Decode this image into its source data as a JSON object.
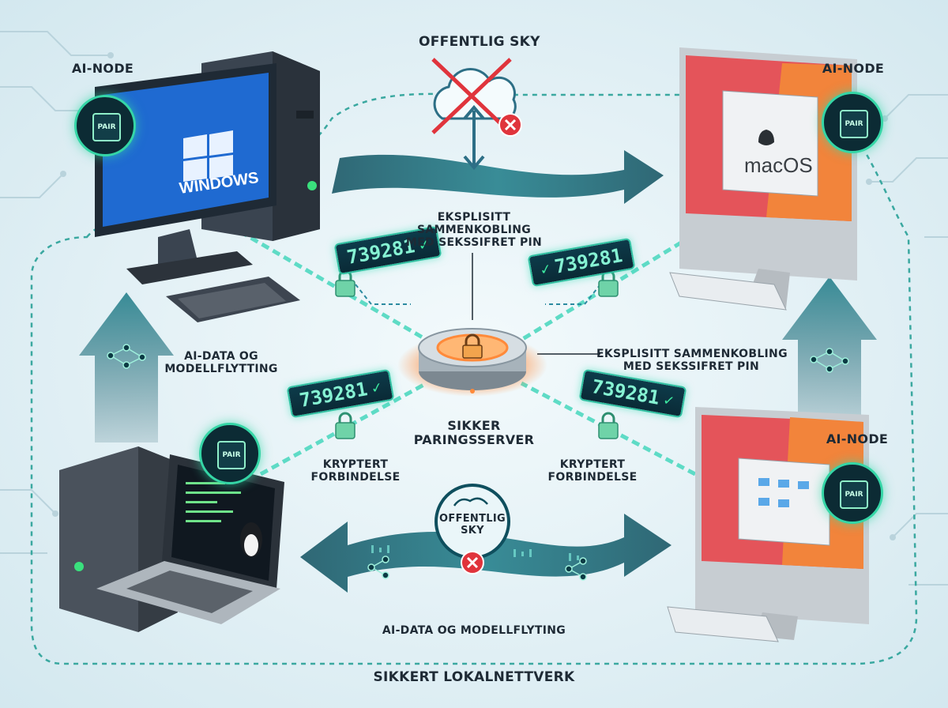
{
  "labels": {
    "public_cloud_top": "OFFENTLIG SKY",
    "ai_node_top_left": "AI-NODE",
    "ai_node_top_right": "AI-NODE",
    "ai_node_bottom_right": "AI-NODE",
    "pairing_center": [
      "EKSPLISITT",
      "SAMMENKOBLING",
      "MED SEKSSIFRET PIN"
    ],
    "pairing_right": [
      "EKSPLISITT SAMMENKOBLING",
      "MED SEKSSIFRET PIN"
    ],
    "ai_data_left": [
      "AI-DATA OG",
      "MODELLFLYTTING"
    ],
    "server": [
      "SIKKER",
      "PARINGSSERVER"
    ],
    "encrypted_left": [
      "KRYPTERT",
      "FORBINDELSE"
    ],
    "encrypted_right": [
      "KRYPTERT",
      "FORBINDELSE"
    ],
    "public_cloud_bottom": [
      "OFFENTLIG",
      "SKY"
    ],
    "ai_data_bottom": "AI-DATA OG MODELLFLYTING",
    "network": "SIKKERT LOKALNETTVERK"
  },
  "pin_code": "739281",
  "os_labels": {
    "windows": "WINDOWS",
    "mac": "macOS"
  },
  "chip_text": "PAIR",
  "colors": {
    "accent": "#2fbfa0",
    "glow": "#35d6a6",
    "danger": "#e0343c",
    "lock": "#6fd3a8",
    "server_glow": "#ff8a3a"
  }
}
